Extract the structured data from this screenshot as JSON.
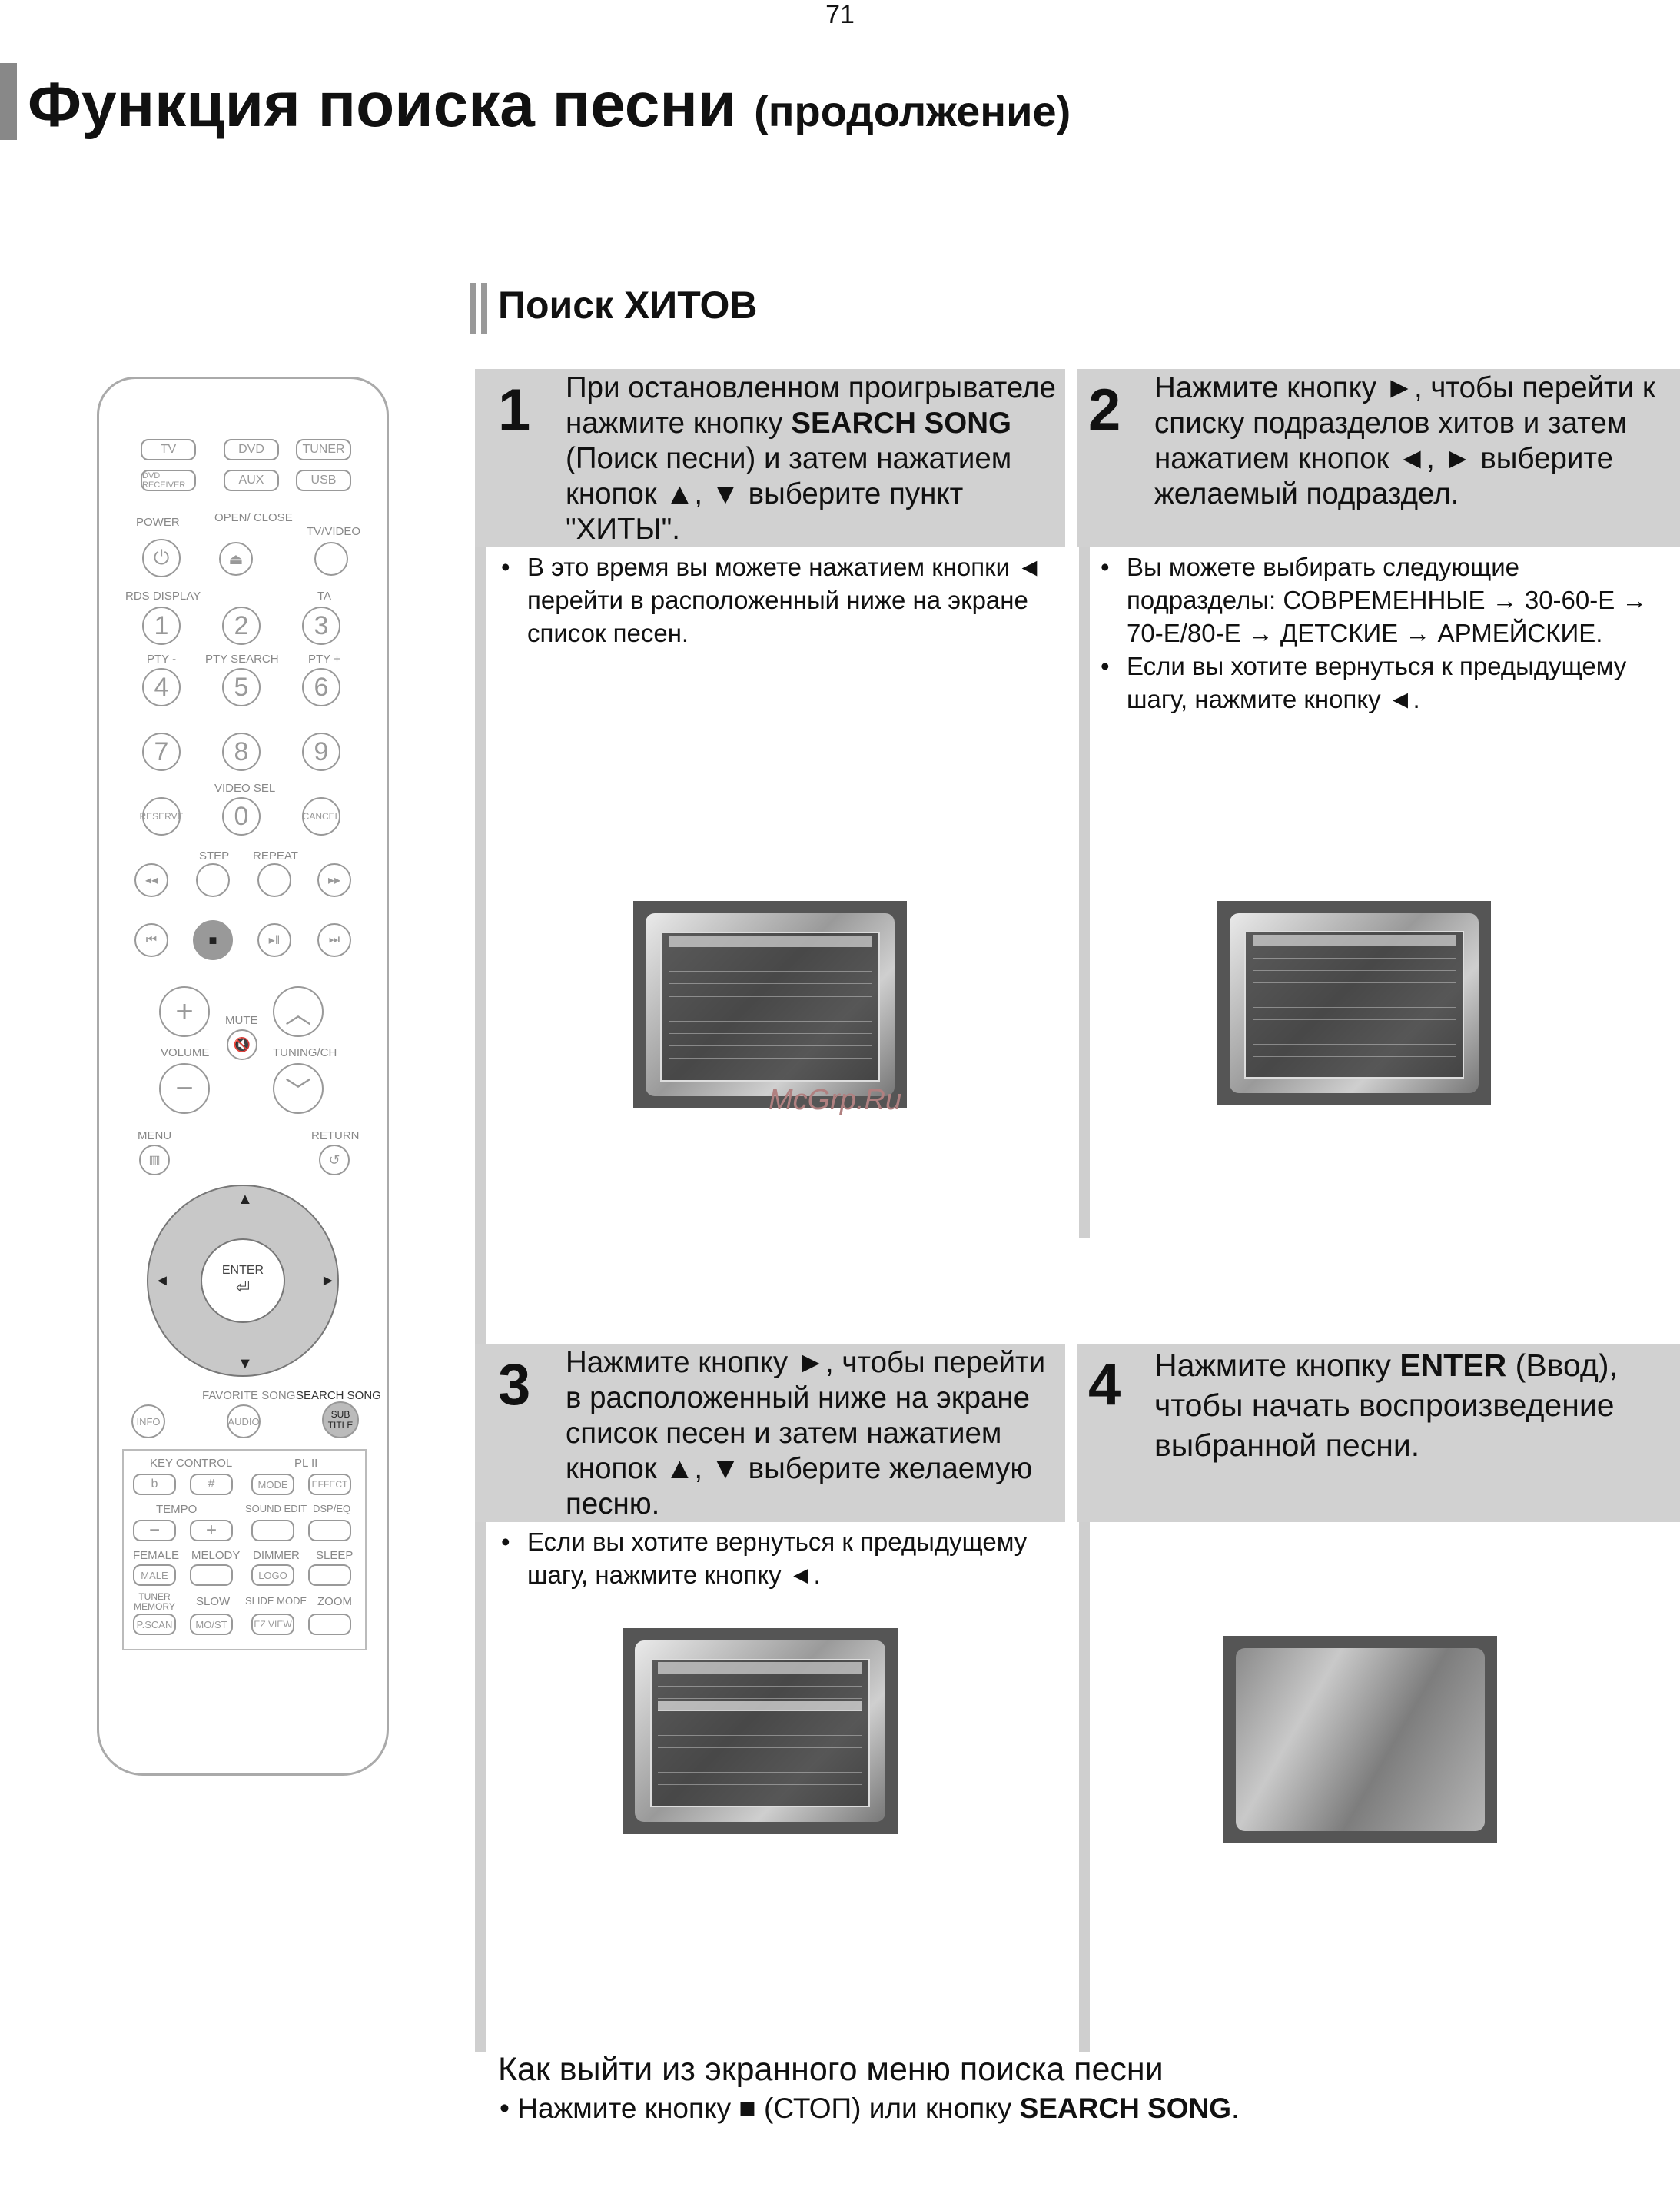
{
  "page_number": "71",
  "title": {
    "main": "Функция поиска песни",
    "sub": "(продолжение)"
  },
  "section": "Поиск ХИТОВ",
  "steps": [
    {
      "num": "1",
      "text_html": "При остановленном проигрывателе нажмите кнопку <b>SEARCH SONG</b> (Поиск песни) и затем нажатием кнопок ▲, ▼ выберите пункт \"ХИТЫ\".",
      "bullets": [
        "В это время вы можете нажатием кнопки ◄ перейти в расположенный ниже на экране список песен."
      ]
    },
    {
      "num": "2",
      "text_html": "Нажмите кнопку ►, чтобы перейти к списку подразделов хитов и затем нажатием кнопок ◄, ► выберите желаемый подраздел.",
      "bullets": [
        "Вы можете выбирать следующие подразделы: СОВРЕМЕННЫЕ → 30-60-Е → 70-Е/80-Е → ДЕТСКИЕ → АРМЕЙСКИЕ.",
        "Если вы хотите вернуться к предыдущему шагу, нажмите кнопку ◄."
      ]
    },
    {
      "num": "3",
      "text_html": "Нажмите кнопку ►, чтобы перейти в расположенный ниже на экране список песен и затем нажатием кнопок ▲, ▼ выберите желаемую песню.",
      "bullets": [
        "Если вы хотите вернуться к предыдущему шагу, нажмите кнопку ◄."
      ]
    },
    {
      "num": "4",
      "text_html": "Нажмите кнопку <b>ENTER</b> (Ввод), чтобы начать воспроизведение выбранной песни.",
      "bullets": []
    }
  ],
  "watermark": "McGrp.Ru",
  "footer": {
    "heading": "Как выйти из экранного меню поиска песни",
    "bullet_html": "Нажмите кнопку ■ (СТОП) или кнопку <b>SEARCH SONG</b>."
  },
  "remote": {
    "source_buttons": [
      "TV",
      "DVD",
      "TUNER",
      "DVD RECEIVER",
      "AUX",
      "USB"
    ],
    "labels": [
      "POWER",
      "OPEN/ CLOSE",
      "TV/VIDEO",
      "RDS DISPLAY",
      "TA",
      "PTY -",
      "PTY SEARCH",
      "PTY +",
      "VIDEO SEL",
      "STEP",
      "REPEAT",
      "MUTE",
      "VOLUME",
      "TUNING/CH",
      "MENU",
      "RETURN",
      "ENTER",
      "FAVORITE SONG",
      "SEARCH SONG",
      "KEY CONTROL",
      "PL II",
      "TEMPO",
      "SOUND EDIT",
      "DSP/EQ",
      "FEMALE",
      "MELODY",
      "DIMMER",
      "SLEEP",
      "TUNER MEMORY",
      "SLOW",
      "SLIDE MODE",
      "ZOOM"
    ],
    "digits": [
      "1",
      "2",
      "3",
      "4",
      "5",
      "6",
      "7",
      "8",
      "9",
      "0"
    ],
    "small_buttons": [
      "RESERVE",
      "CANCEL",
      "INFO",
      "AUDIO",
      "SUB TITLE",
      "b",
      "#",
      "MODE",
      "EFFECT",
      "MALE",
      "LOGO",
      "P.SCAN",
      "MO/ST",
      "EZ VIEW"
    ]
  }
}
